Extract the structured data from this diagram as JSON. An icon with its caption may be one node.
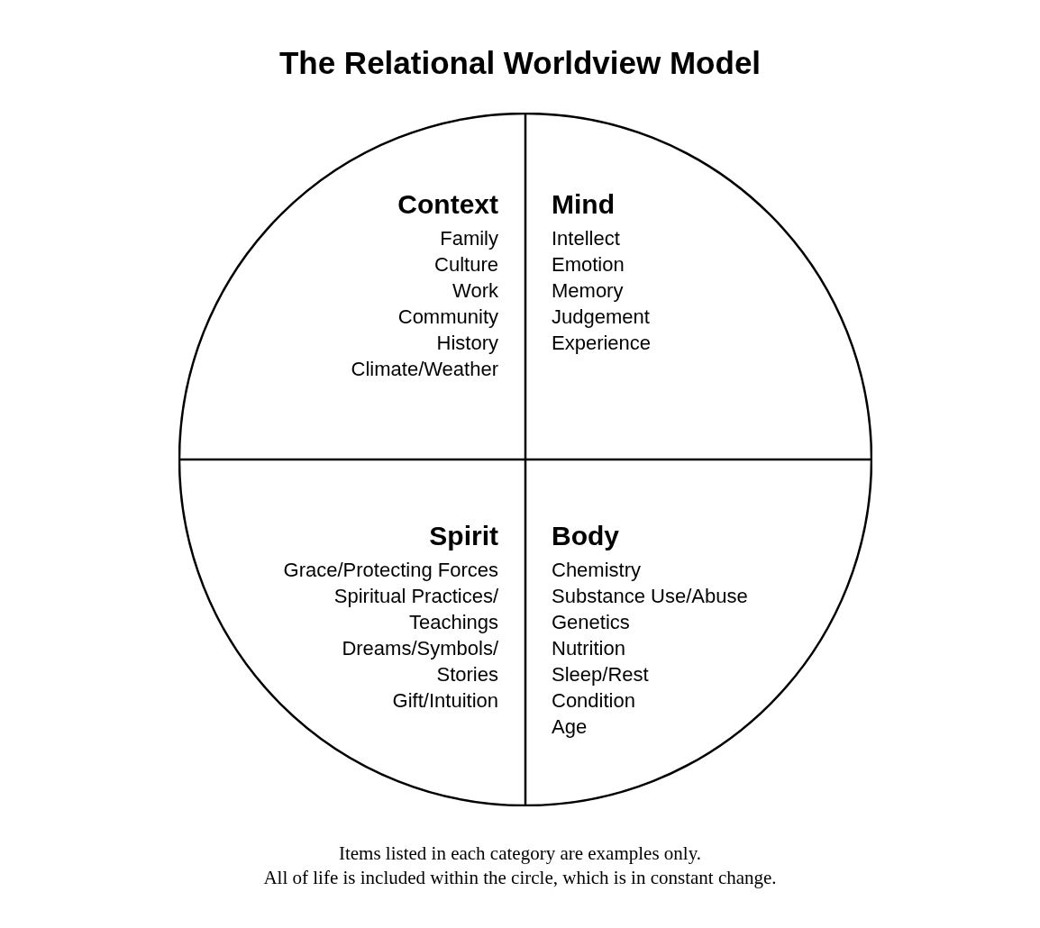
{
  "diagram": {
    "title": "The Relational Worldview Model",
    "nodes": [
      {
        "text": [],
        "shape": "circle"
      },
      {
        "text": [
          "Context",
          "Family",
          "Culture",
          "Work",
          "Community",
          "History",
          "Climate/Weather"
        ],
        "in": 0
      },
      {
        "text": [
          "Mind",
          "Intellect",
          "Emotion",
          "Memory",
          "Judgement",
          "Experience"
        ],
        "in": 0
      },
      {
        "text": [
          "Spirit",
          "Grace/Protecting Forces",
          "Spiritual Practices/ Teachings",
          "Dreams/Symbols/ Stories",
          "Gift/Intuition"
        ],
        "in": 0
      },
      {
        "text": [
          "Body",
          "Chemistry",
          "Substance Use/Abuse",
          "Genetics",
          "Nutrition",
          "Sleep/Rest",
          "Condition",
          "Age"
        ],
        "in": 0
      }
    ],
    "edges": [],
    "labels": [
      "Items listed in each category are examples only.",
      "All of life is included within the circle, which is in constant change."
    ]
  }
}
